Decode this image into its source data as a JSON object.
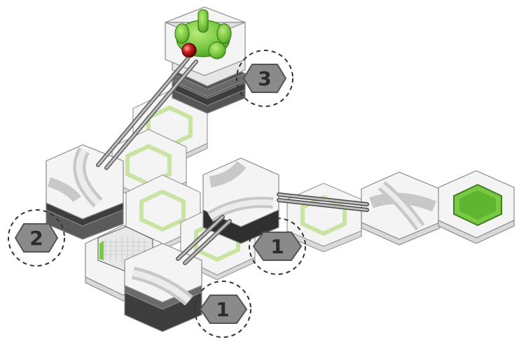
{
  "diagram": {
    "badges": [
      {
        "id": "badge-3",
        "label": "3"
      },
      {
        "id": "badge-2",
        "label": "2"
      },
      {
        "id": "badge-1a",
        "label": "1"
      },
      {
        "id": "badge-1b",
        "label": "1"
      }
    ]
  },
  "colors": {
    "tile_face": "#f4f4f4",
    "tile_side": "#d9d9d9",
    "tile_edge": "#9a9a9a",
    "inner_outline": "#c9e3a3",
    "green_fill": "#7ac943",
    "green_dark": "#4f9a26",
    "rail": "#8f8f8f",
    "badge_fill": "#8a8a8a",
    "badge_text": "#2b2b2b",
    "ball": "#b81818",
    "dark_base": "#3a3a3a"
  }
}
